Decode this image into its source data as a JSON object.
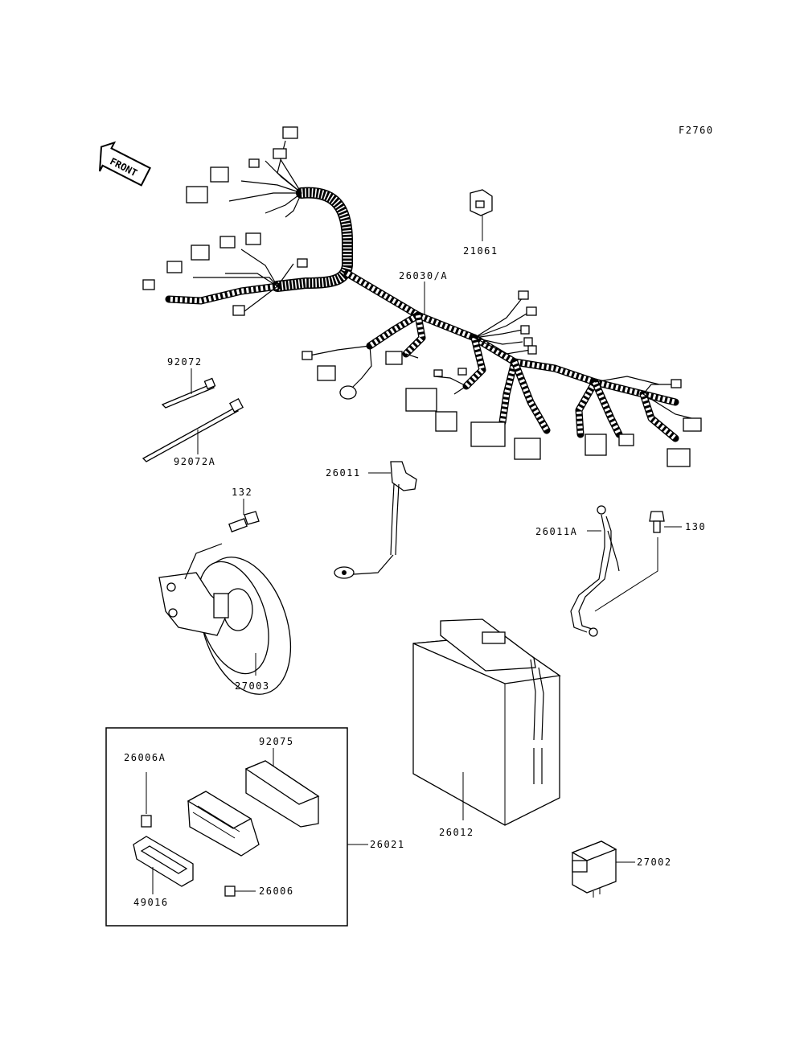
{
  "figure_code": "F2760",
  "front_arrow_label": "FRONT",
  "parts": {
    "p21061": "21061",
    "p26030": "26030/A",
    "p92072": "92072",
    "p92072a": "92072A",
    "p26011": "26011",
    "p132": "132",
    "p26011a": "26011A",
    "p130": "130",
    "p27003": "27003",
    "p92075": "92075",
    "p26006a": "26006A",
    "p26021": "26021",
    "p26012": "26012",
    "p49016": "49016",
    "p26006": "26006",
    "p27002": "27002"
  }
}
